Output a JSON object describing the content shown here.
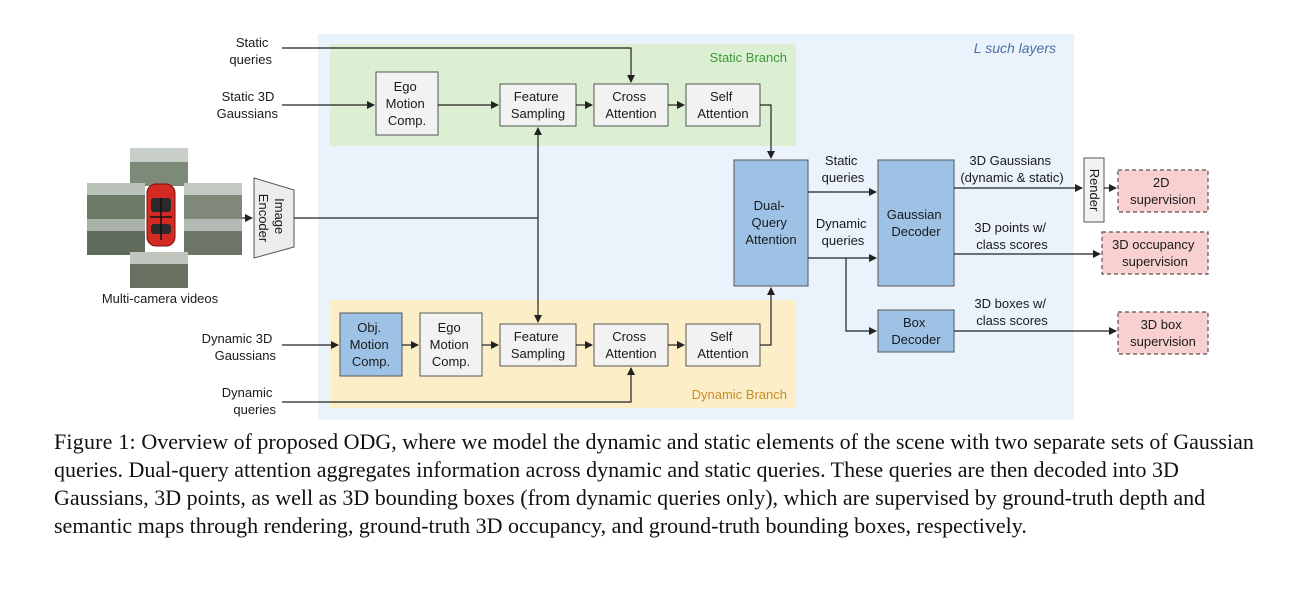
{
  "diagram": {
    "layers_label": "L such layers",
    "static_branch": "Static Branch",
    "dynamic_branch": "Dynamic Branch",
    "inputs": {
      "static_queries": [
        "Static",
        "queries"
      ],
      "static_gaussians": [
        "Static 3D",
        "Gaussians"
      ],
      "dynamic_gaussians": [
        "Dynamic 3D",
        "Gaussians"
      ],
      "dynamic_queries": [
        "Dynamic",
        "queries"
      ],
      "multi_camera": "Multi-camera videos"
    },
    "blocks": {
      "image_encoder": [
        "Image",
        "Encoder"
      ],
      "ego_motion_static": [
        "Ego",
        "Motion",
        "Comp."
      ],
      "feature_sampling_static": [
        "Feature",
        "Sampling"
      ],
      "cross_attention_static": [
        "Cross",
        "Attention"
      ],
      "self_attention_static": [
        "Self",
        "Attention"
      ],
      "obj_motion": [
        "Obj.",
        "Motion",
        "Comp."
      ],
      "ego_motion_dynamic": [
        "Ego",
        "Motion",
        "Comp."
      ],
      "feature_sampling_dynamic": [
        "Feature",
        "Sampling"
      ],
      "cross_attention_dynamic": [
        "Cross",
        "Attention"
      ],
      "self_attention_dynamic": [
        "Self",
        "Attention"
      ],
      "dual_query": [
        "Dual-",
        "Query",
        "Attention"
      ],
      "gaussian_decoder": [
        "Gaussian",
        "Decoder"
      ],
      "box_decoder": [
        "Box",
        "Decoder"
      ],
      "render": "Render"
    },
    "edge_labels": {
      "static_queries": [
        "Static",
        "queries"
      ],
      "dynamic_queries": [
        "Dynamic",
        "queries"
      ],
      "gaussians_out": [
        "3D Gaussians",
        "(dynamic & static)"
      ],
      "points_out": [
        "3D points w/",
        "class scores"
      ],
      "boxes_out": [
        "3D boxes w/",
        "class scores"
      ]
    },
    "supervision": {
      "sup_2d": [
        "2D",
        "supervision"
      ],
      "sup_occ": [
        "3D occupancy",
        "supervision"
      ],
      "sup_box": [
        "3D box",
        "supervision"
      ]
    },
    "colors": {
      "static_bg": "#dcefd2",
      "dynamic_bg": "#fcefc8",
      "layers_bg": "#eaf2fb",
      "blue_block": "#9ec2e6",
      "pink_block": "#f8d0d0"
    }
  },
  "caption": {
    "label": "Figure 1:",
    "text": "Overview of proposed ODG, where we model the dynamic and static elements of the scene with two separate sets of Gaussian queries. Dual-query attention aggregates information across dynamic and static queries. These queries are then decoded into 3D Gaussians, 3D points, as well as 3D bounding boxes (from dynamic queries only), which are supervised by ground-truth depth and semantic maps through rendering, ground-truth 3D occupancy, and ground-truth bounding boxes, respectively."
  }
}
